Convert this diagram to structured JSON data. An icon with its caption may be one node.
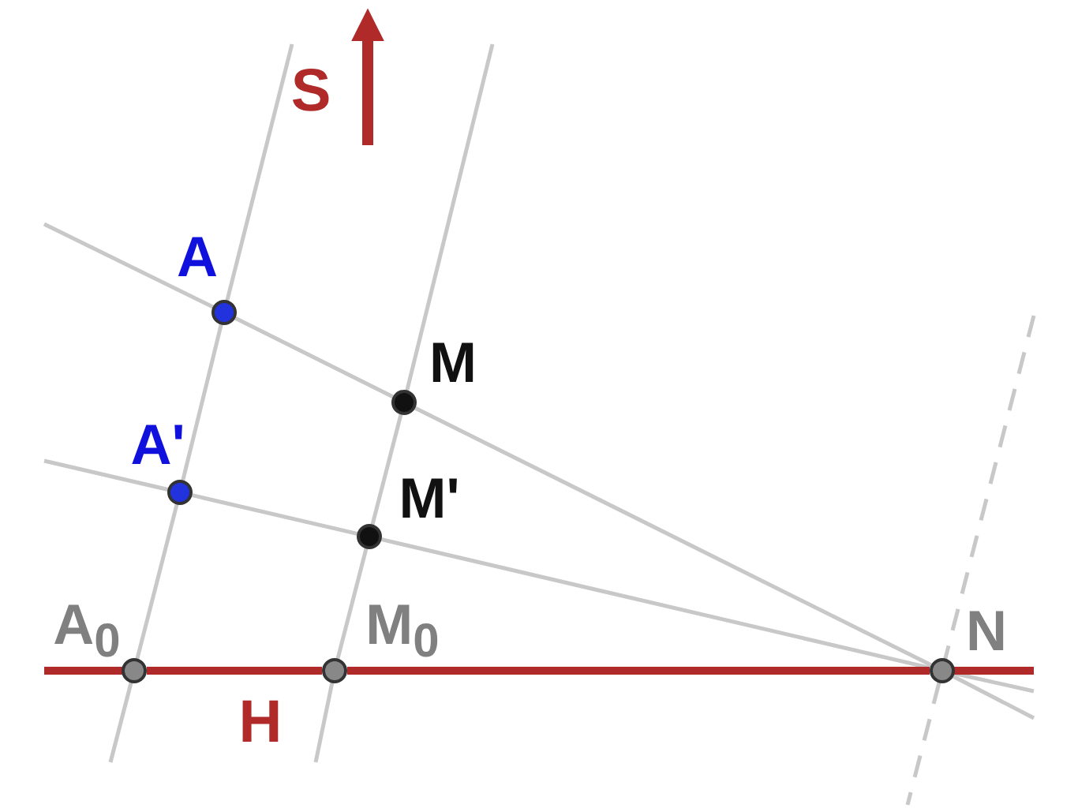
{
  "diagram": {
    "nodes": [
      {
        "text": [
          "A"
        ]
      },
      {
        "text": [
          "M"
        ]
      },
      {
        "text": [
          "A'"
        ]
      },
      {
        "text": [
          "M'"
        ]
      },
      {
        "text": [
          "A$_{0}$"
        ]
      },
      {
        "text": [
          "M$_{0}$"
        ]
      },
      {
        "text": [
          "N"
        ]
      }
    ],
    "edges": [
      {
        "from": 4,
        "to": 2,
        "arrow": "none"
      },
      {
        "from": 2,
        "to": 0,
        "arrow": "none"
      },
      {
        "from": 5,
        "to": 3,
        "arrow": "none"
      },
      {
        "from": 3,
        "to": 1,
        "arrow": "none"
      },
      {
        "from": 0,
        "to": 1,
        "arrow": "none"
      },
      {
        "from": 1,
        "to": 6,
        "arrow": "none"
      },
      {
        "from": 2,
        "to": 3,
        "arrow": "none"
      },
      {
        "from": 3,
        "to": 6,
        "arrow": "none"
      },
      {
        "from": 4,
        "to": 5,
        "arrow": "none",
        "color": "#b02a2a",
        "style": "thick"
      },
      {
        "from": 5,
        "to": 6,
        "arrow": "none",
        "color": "#b02a2a",
        "style": "thick"
      }
    ],
    "labels": [
      "S",
      "H"
    ]
  }
}
